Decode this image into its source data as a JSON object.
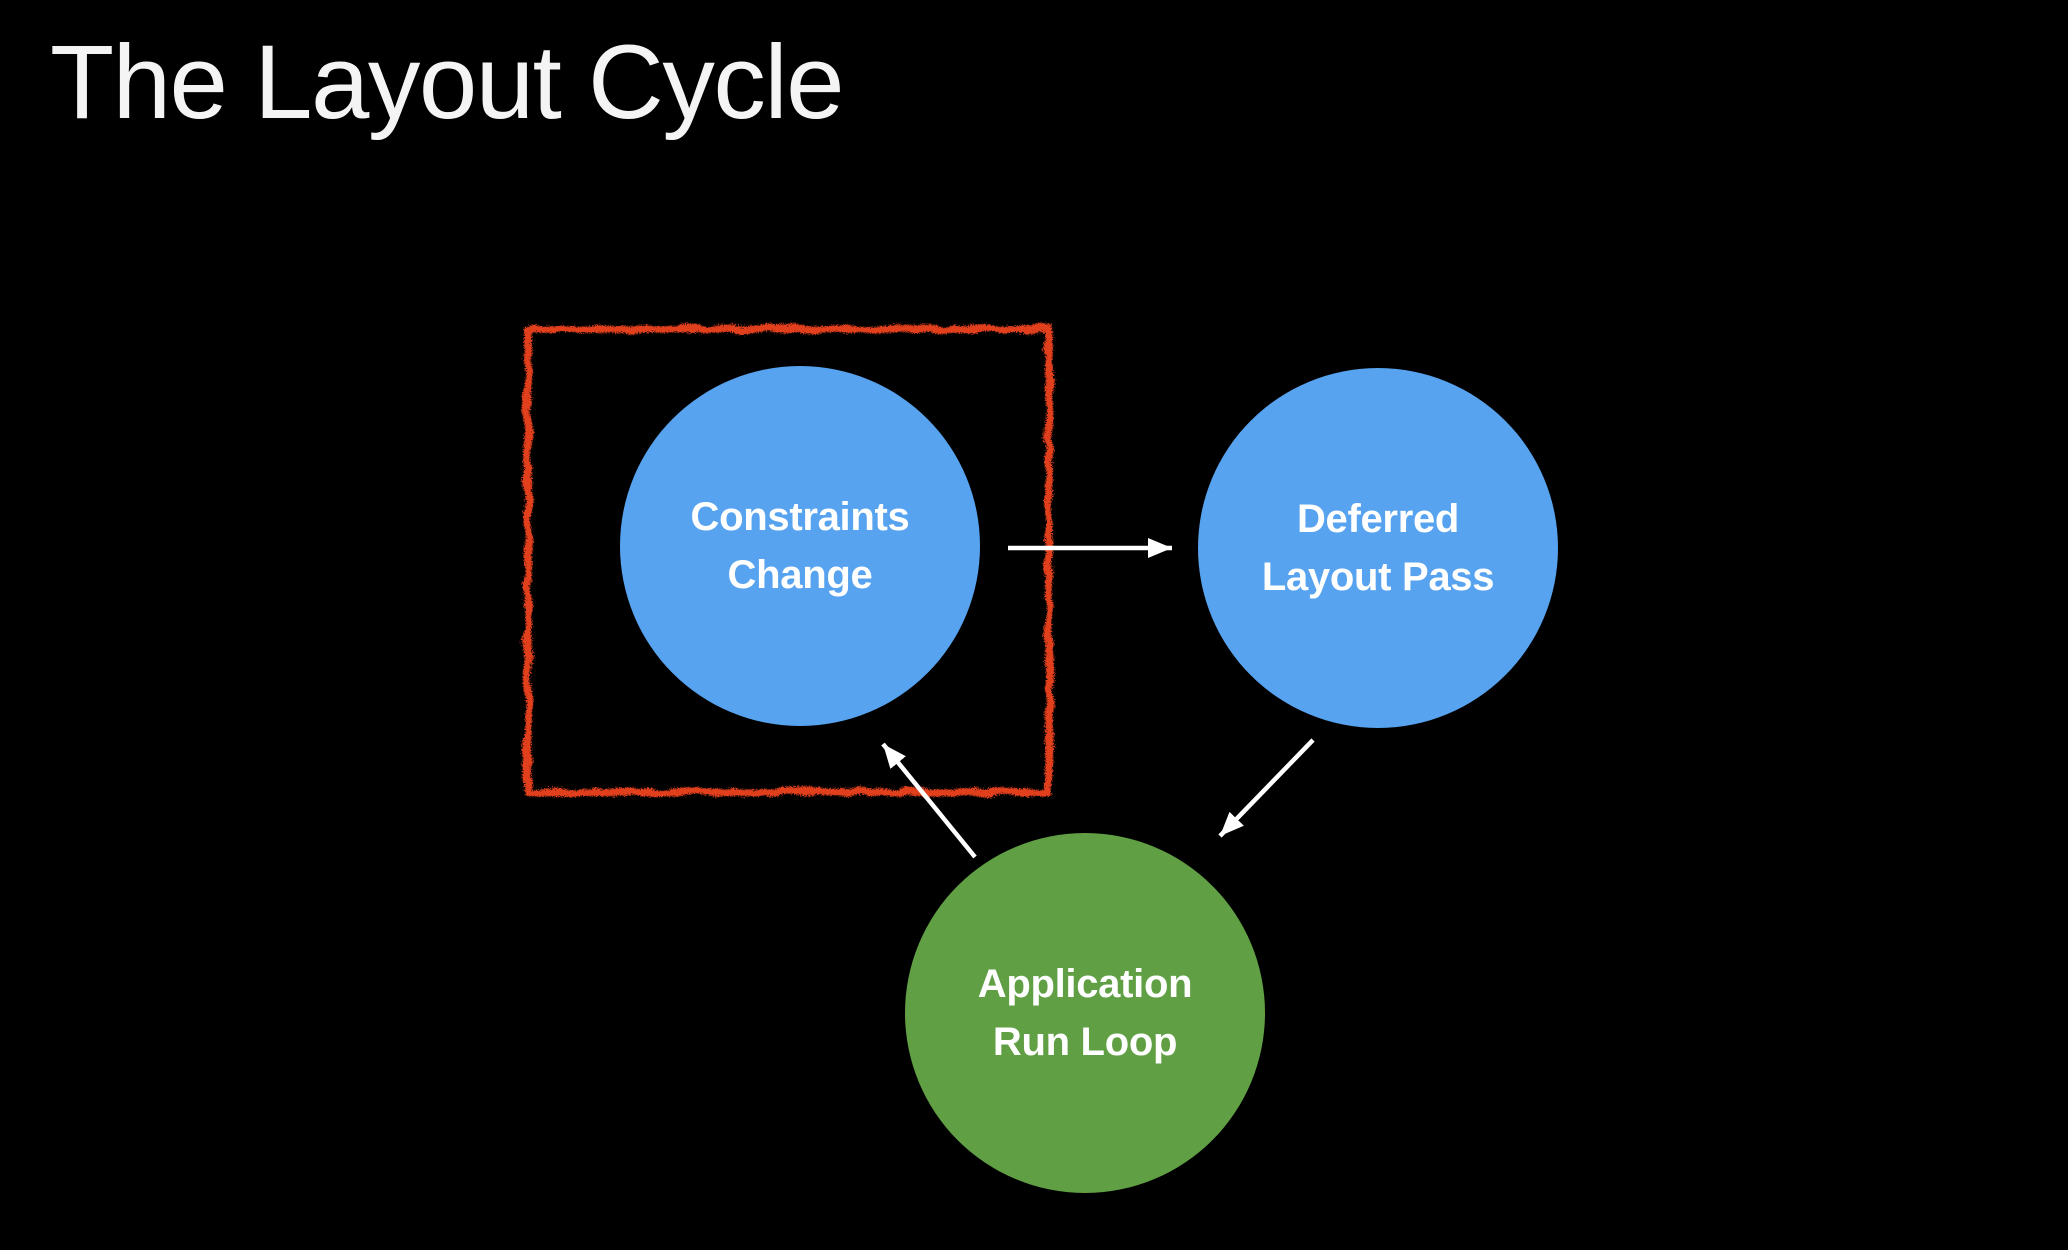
{
  "slide": {
    "title": "The Layout Cycle"
  },
  "colors": {
    "background": "#000000",
    "title_text": "#f4f4f4",
    "node_text": "#ffffff",
    "blue_node": "#57A3EF",
    "green_node": "#619F44",
    "highlight": "#E2401F",
    "arrow": "#ffffff"
  },
  "diagram": {
    "nodes": [
      {
        "id": "constraints-change",
        "lines": [
          "Constraints",
          "Change"
        ],
        "color": "#57A3EF",
        "highlighted": true
      },
      {
        "id": "deferred-layout-pass",
        "lines": [
          "Deferred",
          "Layout Pass"
        ],
        "color": "#57A3EF",
        "highlighted": false
      },
      {
        "id": "application-run-loop",
        "lines": [
          "Application",
          "Run Loop"
        ],
        "color": "#619F44",
        "highlighted": false
      }
    ],
    "edges": [
      {
        "from": "constraints-change",
        "to": "deferred-layout-pass"
      },
      {
        "from": "deferred-layout-pass",
        "to": "application-run-loop"
      },
      {
        "from": "application-run-loop",
        "to": "constraints-change"
      }
    ],
    "highlight": {
      "style": "hand-drawn-rectangle",
      "around": "constraints-change"
    }
  }
}
